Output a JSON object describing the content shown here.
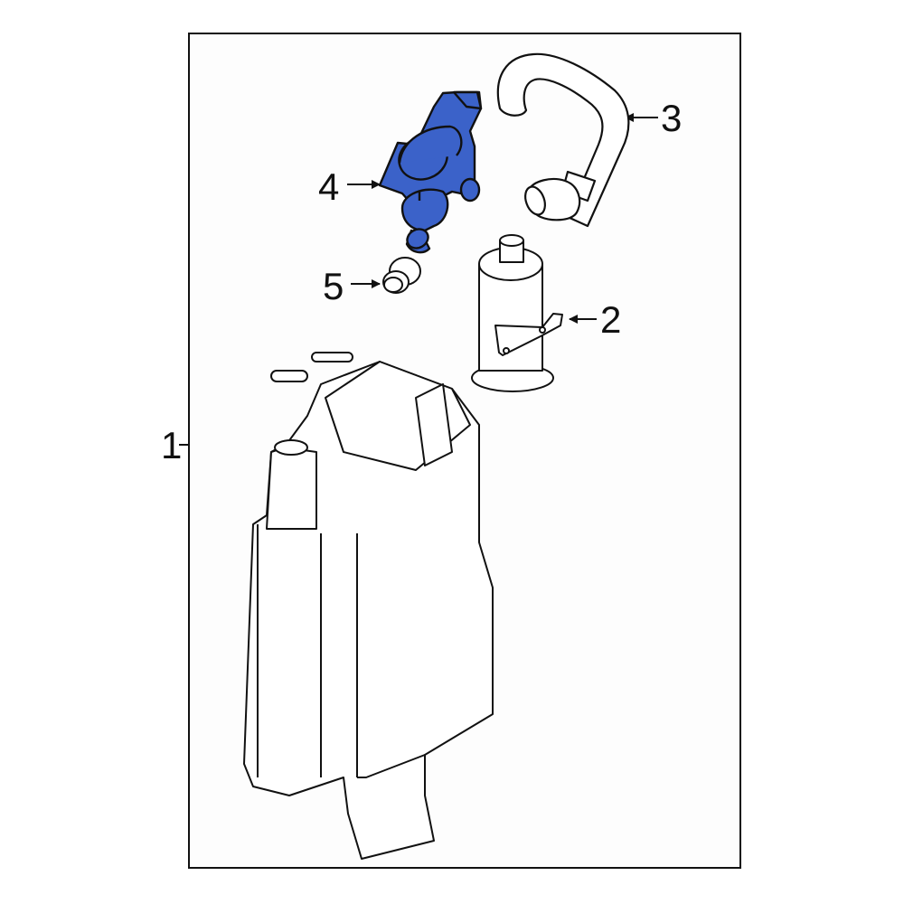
{
  "diagram": {
    "type": "exploded parts diagram",
    "highlight_color": "#3b62c9",
    "outline_color": "#111111",
    "frame_color": "#111111",
    "background": "#fdfdfd"
  },
  "callouts": [
    {
      "number": "1",
      "part": "canister",
      "highlighted": false
    },
    {
      "number": "2",
      "part": "filter",
      "highlighted": false
    },
    {
      "number": "3",
      "part": "hose",
      "highlighted": false
    },
    {
      "number": "4",
      "part": "valve",
      "highlighted": true
    },
    {
      "number": "5",
      "part": "seal",
      "highlighted": false
    }
  ]
}
